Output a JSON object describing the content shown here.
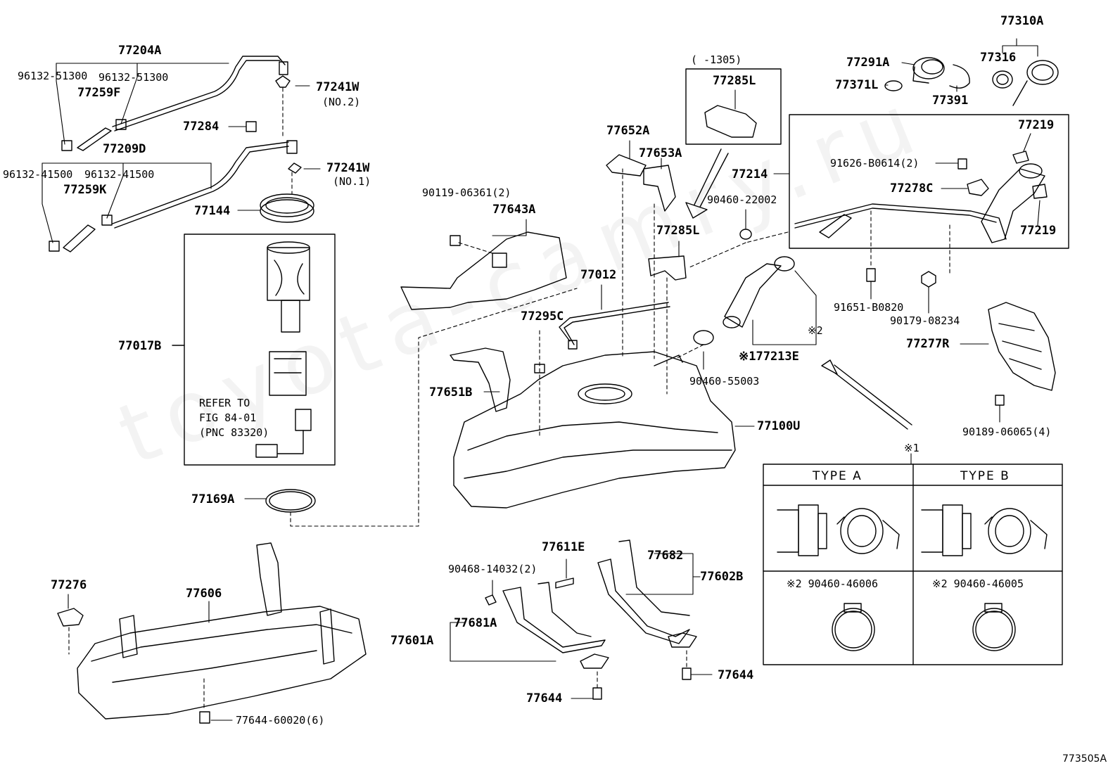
{
  "watermark": "toyota-camry.ru",
  "diagram_code": "773505A",
  "inset_date": "(    -1305)",
  "refer": {
    "line1": "REFER TO",
    "line2": "FIG 84-01",
    "line3": "(PNC 83320)"
  },
  "type_table": {
    "type_a": "TYPE  A",
    "type_b": "TYPE  B",
    "a_clamp": "※2 90460-46006",
    "b_clamp": "※2 90460-46005",
    "marker1": "※1"
  },
  "labels": {
    "p77204A": "77204A",
    "p96132_51300_l": "96132-51300",
    "p96132_51300_r": "96132-51300",
    "p77259F": "77259F",
    "p77241W_2": "77241W",
    "no2": "(NO.2)",
    "p77284": "77284",
    "p77209D": "77209D",
    "p96132_41500_l": "96132-41500",
    "p96132_41500_r": "96132-41500",
    "p77259K": "77259K",
    "p77241W_1": "77241W",
    "no1": "(NO.1)",
    "p77144": "77144",
    "p77017B": "77017B",
    "p77169A": "77169A",
    "p77276": "77276",
    "p77606": "77606",
    "p77644_60020": "77644-60020(6)",
    "p77285L_top": "77285L",
    "p77652A": "77652A",
    "p77653A": "77653A",
    "p90119": "90119-06361(2)",
    "p77643A": "77643A",
    "p77285L": "77285L",
    "p77012": "77012",
    "p77295C": "77295C",
    "p77651B": "77651B",
    "p77100U": "77100U",
    "p90460_55003": "90460-55003",
    "p77213E": "※177213E",
    "mark2": "※2",
    "p90460_22002": "90460-22002",
    "p77214": "77214",
    "p91626": "91626-B0614(2)",
    "p77278C": "77278C",
    "p77219_top": "77219",
    "p77219_bot": "77219",
    "p91651": "91651-B0820",
    "p90179": "90179-08234",
    "p77277R": "77277R",
    "p90189": "90189-06065(4)",
    "p77291A": "77291A",
    "p77371L": "77371L",
    "p77391": "77391",
    "p77310A": "77310A",
    "p77316": "77316",
    "p77611E": "77611E",
    "p90468": "90468-14032(2)",
    "p77681A": "77681A",
    "p77601A": "77601A",
    "p77644_a": "77644",
    "p77682": "77682",
    "p77602B": "77602B",
    "p77644_b": "77644"
  }
}
